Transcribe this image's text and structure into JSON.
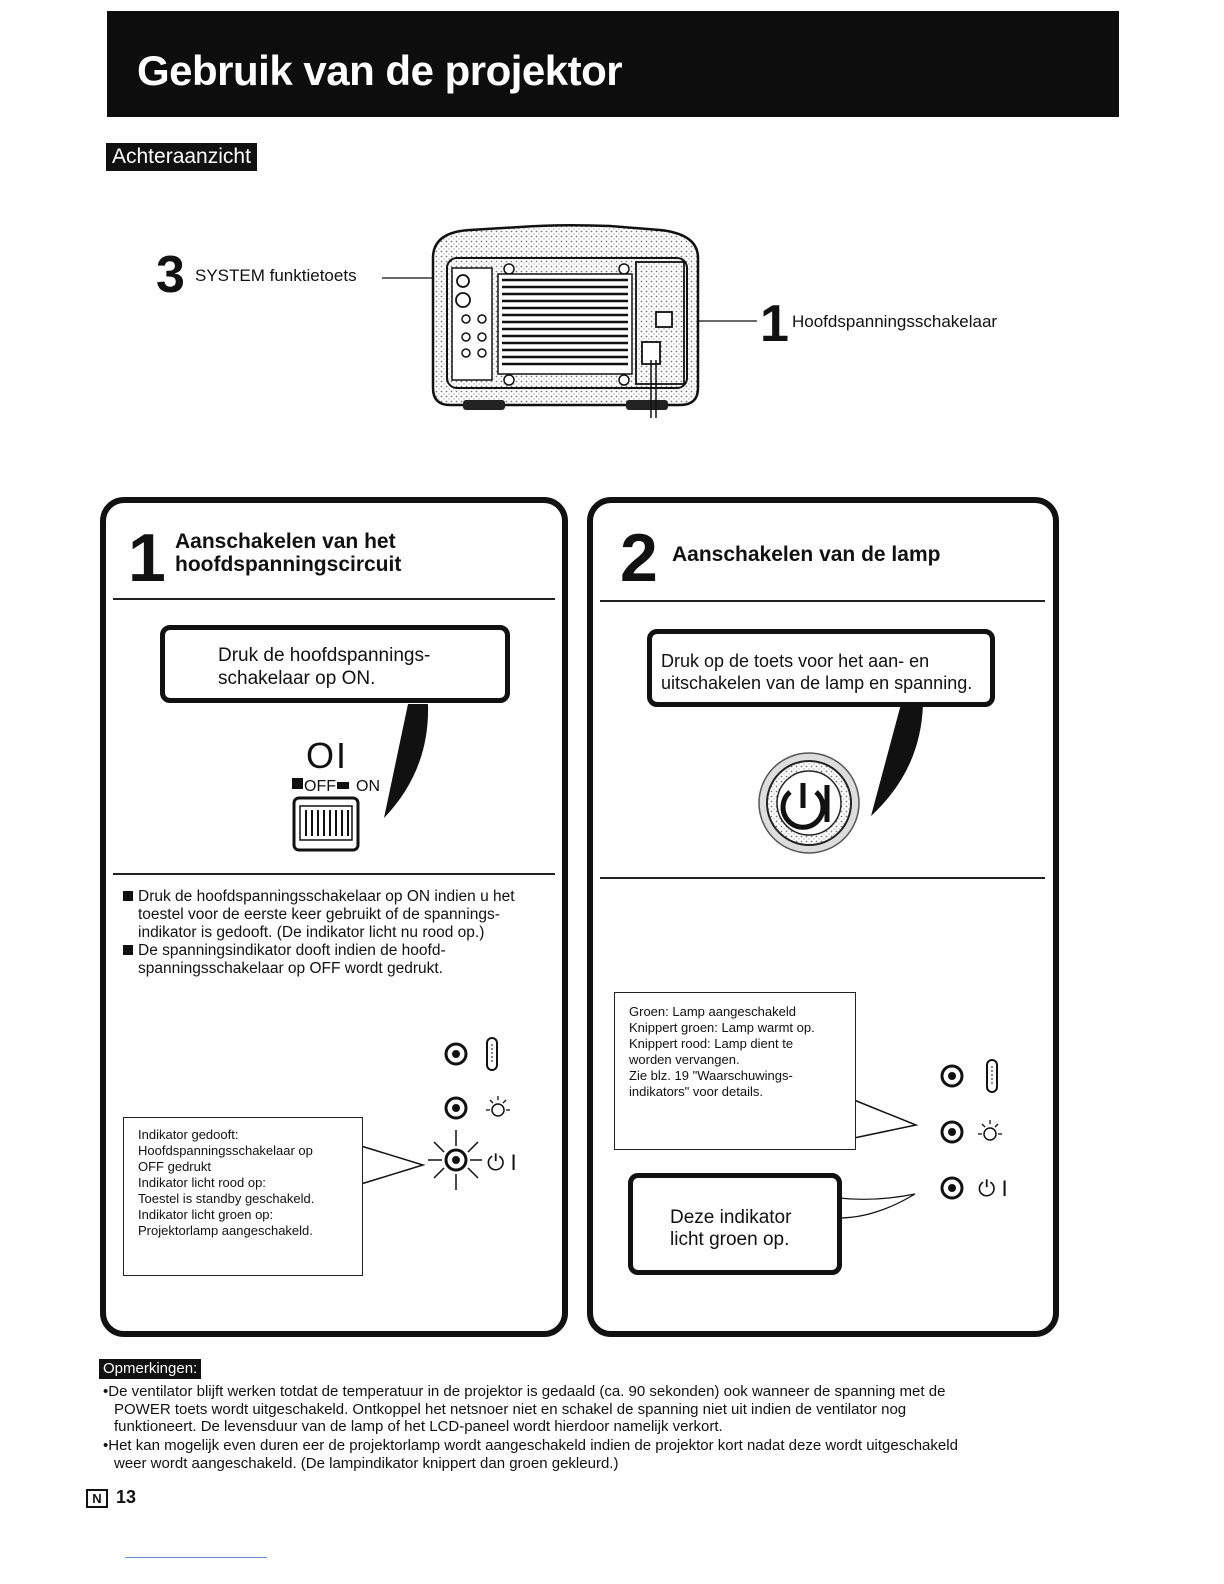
{
  "header": {
    "title": "Gebruik van de projektor"
  },
  "rear_view": {
    "section_label": "Achteraanzicht",
    "label_3_number": "3",
    "label_3_text": "SYSTEM funktietoets",
    "label_1_number": "1",
    "label_1_text": "Hoofdspanningsschakelaar"
  },
  "step1": {
    "number": "1",
    "title_line1": "Aanschakelen van het",
    "title_line2": "hoofdspanningscircuit",
    "callout_line1": "Druk de hoofdspannings-",
    "callout_line2": "schakelaar op ON.",
    "switch_symbol": "OI",
    "switch_off": "OFF",
    "switch_on": "ON",
    "bullet1_line1": "Druk de hoofdspanningsschakelaar op ON indien u het",
    "bullet1_line2": "toestel voor de eerste keer gebruikt of de spannings-",
    "bullet1_line3": "indikator is gedooft. (De indikator licht nu rood op.)",
    "bullet2_line1": "De   spanningsindikator   dooft   indien   de   hoofd-",
    "bullet2_line2": "spanningsschakelaar op OFF wordt gedrukt.",
    "info_lines": [
      "Indikator gedooft:",
      "Hoofdspanningsschakelaar op",
      "OFF gedrukt",
      "Indikator licht rood op:",
      "Toestel is standby geschakeld.",
      "Indikator licht groen op:",
      "Projektorlamp aangeschakeld."
    ],
    "power_symbol": "⏻ I"
  },
  "step2": {
    "number": "2",
    "title": "Aanschakelen van de lamp",
    "callout_line1": "Druk op de toets voor het aan- en",
    "callout_line2": "uitschakelen van de lamp en spanning.",
    "info_lines": [
      "Groen: Lamp aangeschakeld",
      "Knippert groen: Lamp warmt op.",
      "Knippert rood: Lamp dient te",
      "worden vervangen.",
      "Zie blz. 19 \"Waarschuwings-",
      "indikators\" voor details."
    ],
    "green_callout_line1": "Deze indikator",
    "green_callout_line2": "licht groen op.",
    "power_symbol": "⏻ I"
  },
  "notes": {
    "label": "Opmerkingen:",
    "note1_lines": [
      "•De ventilator blijft werken totdat de temperatuur in de projektor is gedaald (ca. 90 sekonden) ook wanneer de spanning met de",
      "POWER toets wordt uitgeschakeld. Ontkoppel het netsnoer niet en schakel de spanning niet uit indien de ventilator nog",
      "funktioneert. De levensduur van de lamp of het LCD-paneel wordt hierdoor namelijk verkort."
    ],
    "note2_lines": [
      "•Het kan mogelijk even duren eer de projektorlamp wordt aangeschakeld indien de projektor kort nadat deze wordt uitgeschakeld",
      "weer wordt aangeschakeld. (De lampindikator knippert dan groen gekleurd.)"
    ]
  },
  "footer": {
    "badge": "N",
    "page": "13"
  }
}
